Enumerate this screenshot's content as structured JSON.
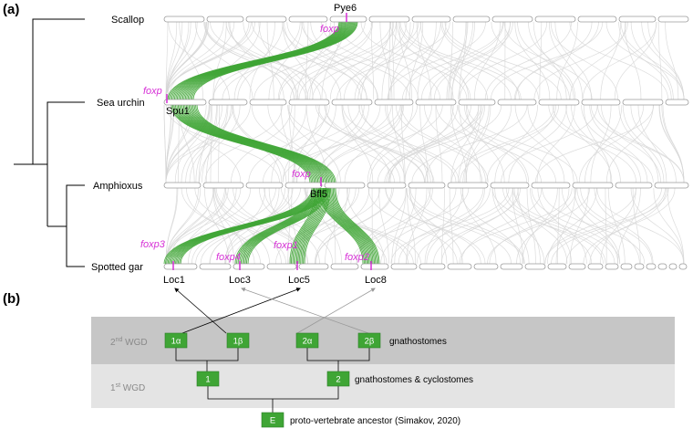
{
  "panels": {
    "a": "(a)",
    "b": "(b)"
  },
  "species": [
    "Scallop",
    "Sea urchin",
    "Amphioxus",
    "Spotted gar"
  ],
  "chromosomes": {
    "pye6": "Pye6",
    "spu1": "Spu1",
    "bfl5": "Bfl5",
    "loc1": "Loc1",
    "loc3": "Loc3",
    "loc5": "Loc5",
    "loc8": "Loc8"
  },
  "genes": {
    "scallop": "foxp",
    "urchin": "foxp",
    "amphioxus": "foxp",
    "gar3": "foxp3",
    "gar4": "foxp4",
    "gar1": "foxp1",
    "gar2": "foxp2"
  },
  "wgd": {
    "second_prefix": "2",
    "second_sup": "nd",
    "second_suffix": " WGD",
    "first_prefix": "1",
    "first_sup": "st",
    "first_suffix": " WGD"
  },
  "boxes": {
    "b1a": "1α",
    "b1b": "1β",
    "b2a": "2α",
    "b2b": "2β",
    "b1": "1",
    "b2": "2",
    "bE": "E"
  },
  "notes": {
    "gnathostomes": "gnathostomes",
    "gnath_cyclo": "gnathostomes & cyclostomes",
    "ancestor": "proto-vertebrate ancestor (Simakov, 2020)"
  },
  "colors": {
    "synteny_highlight": "#3fa535",
    "synteny_background": "#d9d9d9",
    "gene_label": "#d62fd6",
    "box_fill": "#3fa535",
    "band_dark": "#c6c6c6",
    "band_light": "#e4e4e4"
  }
}
